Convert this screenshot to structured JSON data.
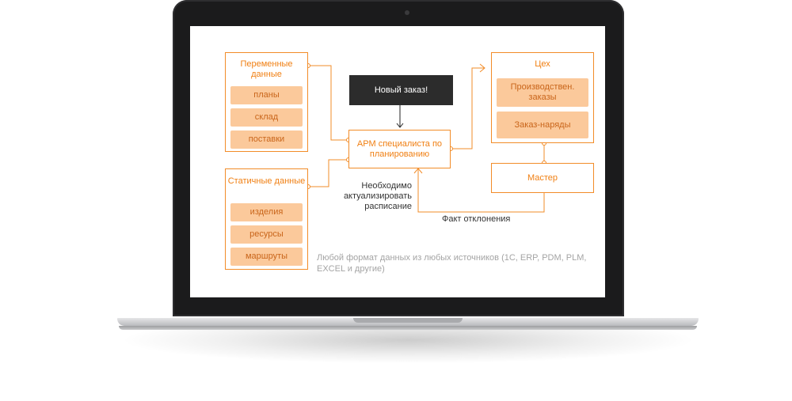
{
  "diagram": {
    "variable_data": {
      "title": "Переменные данные",
      "items": [
        "планы",
        "склад",
        "поставки"
      ]
    },
    "static_data": {
      "title": "Статичные данные",
      "items": [
        "изделия",
        "ресурсы",
        "маршруты"
      ]
    },
    "new_order": "Новый заказ!",
    "planner": "АРМ специалиста по планированию",
    "workshop": {
      "title": "Цех",
      "items": [
        "Производствен. заказы",
        "Заказ-наряды"
      ]
    },
    "master": "Мастер",
    "need_update": "Необходимо актуализировать расписание",
    "deviation": "Факт отклонения",
    "sources_note": "Любой формат данных из любых источников (1С, ERP, PDM, PLM, EXCEL и другие)"
  },
  "colors": {
    "accent": "#f28c28",
    "pill_fill": "#fbc99b",
    "dark_box": "#2c2c2c"
  }
}
